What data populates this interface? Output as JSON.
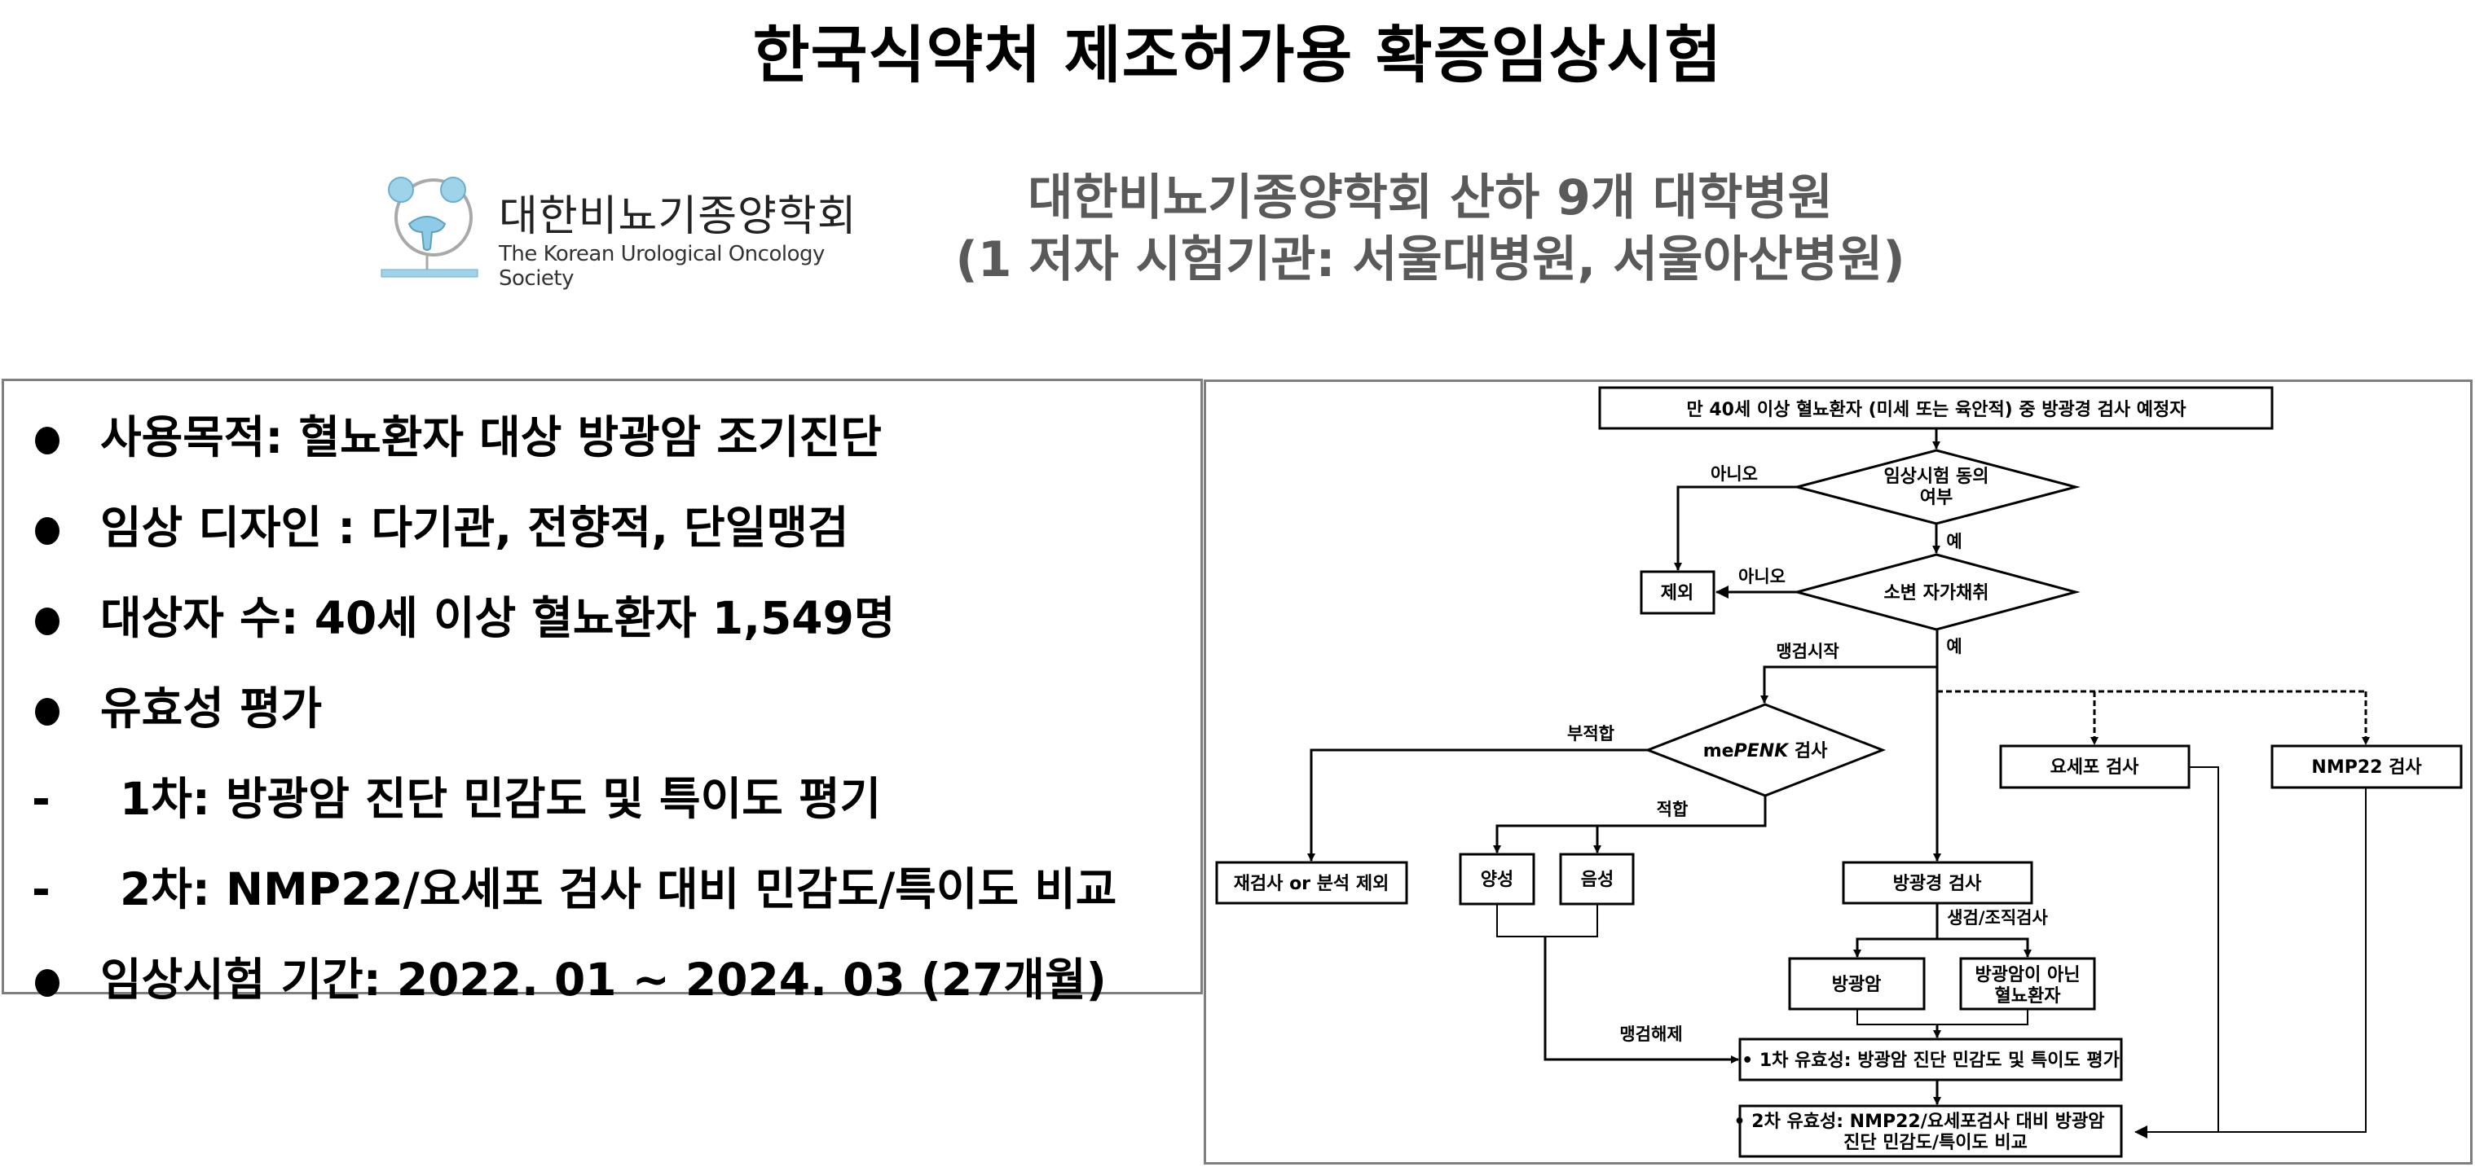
{
  "header": {
    "title": "한국식약처 제조허가용 확증임상시험",
    "logo": {
      "korean_name": "대한비뇨기종양학회",
      "english_name": "The Korean Urological Oncology Society",
      "accent_color": "#8ecbe6"
    },
    "subtitle_line1": "대한비뇨기종양학회 산하 9개 대학병원",
    "subtitle_line2": "(1 저자 시험기관: 서울대병원, 서울아산병원)"
  },
  "summary": {
    "items": [
      {
        "type": "bullet",
        "text": "사용목적: 혈뇨환자 대상 방광암 조기진단"
      },
      {
        "type": "bullet",
        "text": "임상 디자인 : 다기관, 전향적, 단일맹검"
      },
      {
        "type": "bullet",
        "text": "대상자 수: 40세 이상 혈뇨환자 1,549명"
      },
      {
        "type": "bullet",
        "text": "유효성 평가"
      },
      {
        "type": "dash",
        "marker": "-",
        "text": "1차: 방광암 진단 민감도 및 특이도 평기"
      },
      {
        "type": "dash",
        "marker": "-",
        "text": "2차: NMP22/요세포 검사 대비 민감도/특이도 비교"
      },
      {
        "type": "bullet",
        "text": "임상시험 기간: 2022. 01 ~ 2024. 03 (27개월)"
      }
    ]
  },
  "flowchart": {
    "nodes": {
      "start": "만 40세 이상 혈뇨환자 (미세 또는 육안적) 중 방광경 검사 예정자",
      "consent_line1": "임상시험 동의",
      "consent_line2": "여부",
      "self_collect": "소변 자가채취",
      "exclude": "제외",
      "mepenk_prefix": "me",
      "mepenk_gene": "PENK",
      "mepenk_suffix": " 검사",
      "retest": "재검사 or 분석 제외",
      "positive": "양성",
      "negative": "음성",
      "cystoscopy": "방광경 검사",
      "cytology": "요세포 검사",
      "nmp22": "NMP22 검사",
      "bladder_cancer": "방광암",
      "non_cancer_line1": "방광암이 아닌",
      "non_cancer_line2": "혈뇨환자",
      "primary": "•  1차 유효성: 방광암 진단 민감도 및 특이도 평가",
      "secondary_line1": "• 2차 유효성: NMP22/요세포검사 대비 방광암",
      "secondary_line2": "진단 민감도/특이도 비교"
    },
    "edge_labels": {
      "no_1": "아니오",
      "no_2": "아니오",
      "yes_1": "예",
      "yes_2": "예",
      "blind_start": "맹검시작",
      "unsuitable": "부적합",
      "suitable": "적합",
      "biopsy": "생검/조직검사",
      "unblind": "맹검해제"
    }
  }
}
